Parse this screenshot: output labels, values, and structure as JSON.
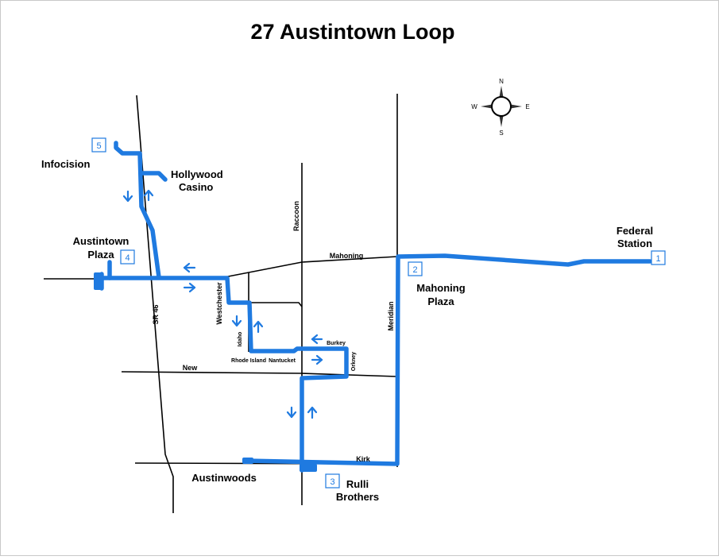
{
  "title": "27 Austintown Loop",
  "colors": {
    "route": "#1f7ae0",
    "street": "#000000",
    "background": "#ffffff"
  },
  "compass": {
    "n": "N",
    "e": "E",
    "s": "S",
    "w": "W"
  },
  "stops": [
    {
      "number": "1",
      "name": "Federal Station"
    },
    {
      "number": "2",
      "name": "Mahoning Plaza"
    },
    {
      "number": "3",
      "name": "Rulli Brothers"
    },
    {
      "number": "4",
      "name": "Austintown Plaza"
    },
    {
      "number": "5",
      "name": "Infocision"
    }
  ],
  "places": {
    "infocision": "Infocision",
    "hollywood_l1": "Hollywood",
    "hollywood_l2": "Casino",
    "austintown_plaza_l1": "Austintown",
    "austintown_plaza_l2": "Plaza",
    "federal_l1": "Federal",
    "federal_l2": "Station",
    "mahoning_plaza_l1": "Mahoning",
    "mahoning_plaza_l2": "Plaza",
    "austinwoods": "Austinwoods",
    "rulli_l1": "Rulli",
    "rulli_l2": "Brothers"
  },
  "streets": {
    "mahoning": "Mahoning",
    "raccoon": "Raccoon",
    "meridian": "Meridian",
    "sr46": "SR 46",
    "westchester": "Westchester",
    "idaho": "Idaho",
    "rhode_island": "Rhode Island",
    "nantucket": "Nantucket",
    "burkey": "Burkey",
    "orkney": "Orkney",
    "new": "New",
    "kirk": "Kirk"
  }
}
